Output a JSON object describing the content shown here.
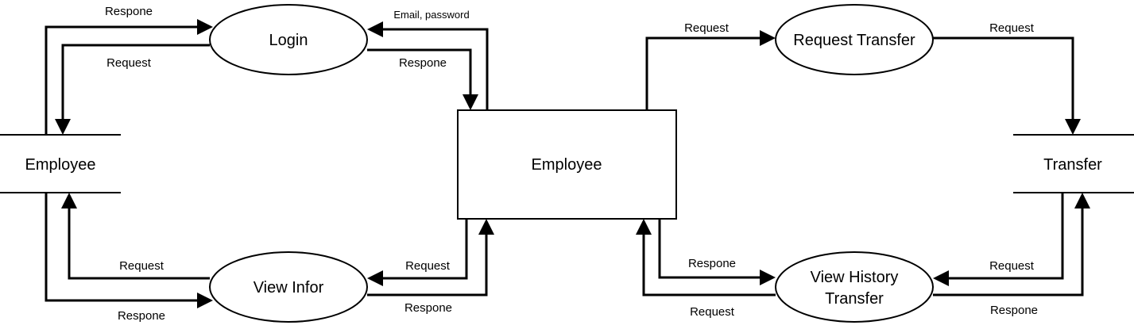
{
  "nodes": {
    "login": "Login",
    "view_infor": "View Infor",
    "request_transfer": "Request Transfer",
    "view_history_transfer": [
      "View History",
      "Transfer"
    ],
    "employee_entity": "Employee",
    "employee_store": "Employee",
    "transfer_store": "Transfer"
  },
  "flows": {
    "store_to_login": "Respone",
    "login_to_store": "Request",
    "entity_to_login": "Email, password",
    "login_to_entity": "Respone",
    "entity_to_request_transfer": "Request",
    "request_transfer_to_transfer": "Request",
    "store_to_view_infor": "Request",
    "view_infor_to_store": "Respone",
    "entity_to_view_infor": "Request",
    "view_infor_to_entity": "Respone",
    "entity_to_view_history": "Respone",
    "view_history_to_entity": "Request",
    "transfer_to_view_history": "Request",
    "view_history_to_transfer": "Respone"
  }
}
